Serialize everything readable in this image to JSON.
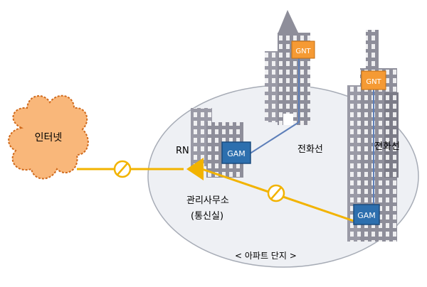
{
  "labels": {
    "internet": "인터넷",
    "rn": "RN",
    "gam_office": "GAM",
    "gam_building": "GAM",
    "gnt_left": "GNT",
    "gnt_right": "GNT",
    "phone_line_left": "전화선",
    "phone_line_right": "전화선",
    "office_line1": "관리사무소",
    "office_line2": "(통신실)",
    "complex": "< 아파트 단지 >"
  },
  "colors": {
    "cloud_fill": "#f9b77a",
    "cloud_stroke": "#d06a1c",
    "line_yellow": "#f2b300",
    "ellipse_fill": "#eef0f4",
    "ellipse_stroke": "#a7acb6",
    "building": "#8e8e9a",
    "building_dark": "#6c6c78",
    "gam_fill": "#2d6fae",
    "gnt_fill": "#f59a34",
    "wire_blue": "#5d7fb9"
  }
}
